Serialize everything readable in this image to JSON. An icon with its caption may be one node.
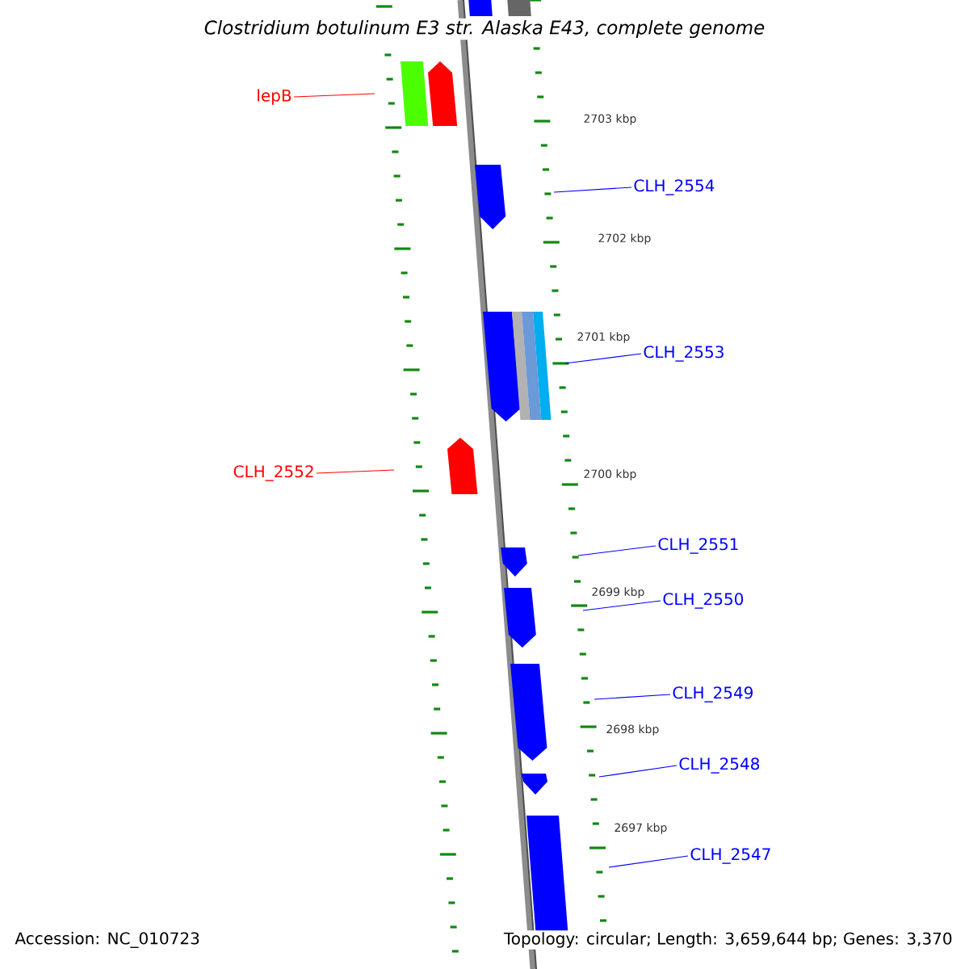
{
  "diagram": {
    "title": "Clostridium botulinum E3 str. Alaska E43, complete genome",
    "nodes": [
      {
        "text": [
          "lepB"
        ]
      },
      {
        "text": [
          "CLH_2554"
        ]
      },
      {
        "text": [
          "CLH_2553"
        ]
      },
      {
        "text": [
          "CLH_2552"
        ]
      },
      {
        "text": [
          "CLH_2551"
        ]
      },
      {
        "text": [
          "CLH_2550"
        ]
      },
      {
        "text": [
          "CLH_2549"
        ]
      },
      {
        "text": [
          "CLH_2548"
        ]
      },
      {
        "text": [
          "CLH_2547"
        ]
      }
    ],
    "edges": [
      {
        "from": 0,
        "to": null,
        "arrow": "none",
        "color": "#ff0000"
      },
      {
        "from": 1,
        "to": null,
        "arrow": "none"
      },
      {
        "from": 2,
        "to": null,
        "arrow": "none"
      },
      {
        "from": 3,
        "to": null,
        "arrow": "none",
        "color": "#ff0000"
      },
      {
        "from": 4,
        "to": null,
        "arrow": "none"
      },
      {
        "from": 5,
        "to": null,
        "arrow": "none"
      },
      {
        "from": 6,
        "to": null,
        "arrow": "none"
      },
      {
        "from": 7,
        "to": null,
        "arrow": "none"
      },
      {
        "from": 8,
        "to": null,
        "arrow": "none"
      }
    ],
    "labels": [
      "2703 kbp",
      "2702 kbp",
      "2701 kbp",
      "2700 kbp",
      "2699 kbp",
      "2698 kbp",
      "2697 kbp",
      "Accession: NC_010723",
      "Topology: circular; Length: 3,659,644 bp; Genes: 3,370"
    ]
  }
}
